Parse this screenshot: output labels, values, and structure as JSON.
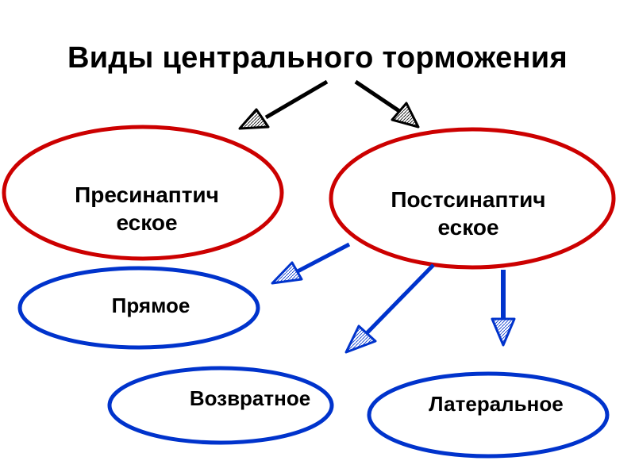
{
  "title": "Виды центрального торможения",
  "colors": {
    "red_ellipse": "#cc0000",
    "blue_ellipse": "#0033cc",
    "black_arrow": "#000000",
    "blue_arrow": "#0033cc"
  },
  "nodes": {
    "presynaptic": {
      "line1": "Пресинаптич",
      "line2": "еское"
    },
    "postsynaptic": {
      "line1": "Постсинаптич",
      "line2": "еское"
    },
    "direct": {
      "label": "Прямое"
    },
    "recurrent": {
      "label": "Возвратное"
    },
    "lateral": {
      "label": "Латеральное"
    }
  }
}
